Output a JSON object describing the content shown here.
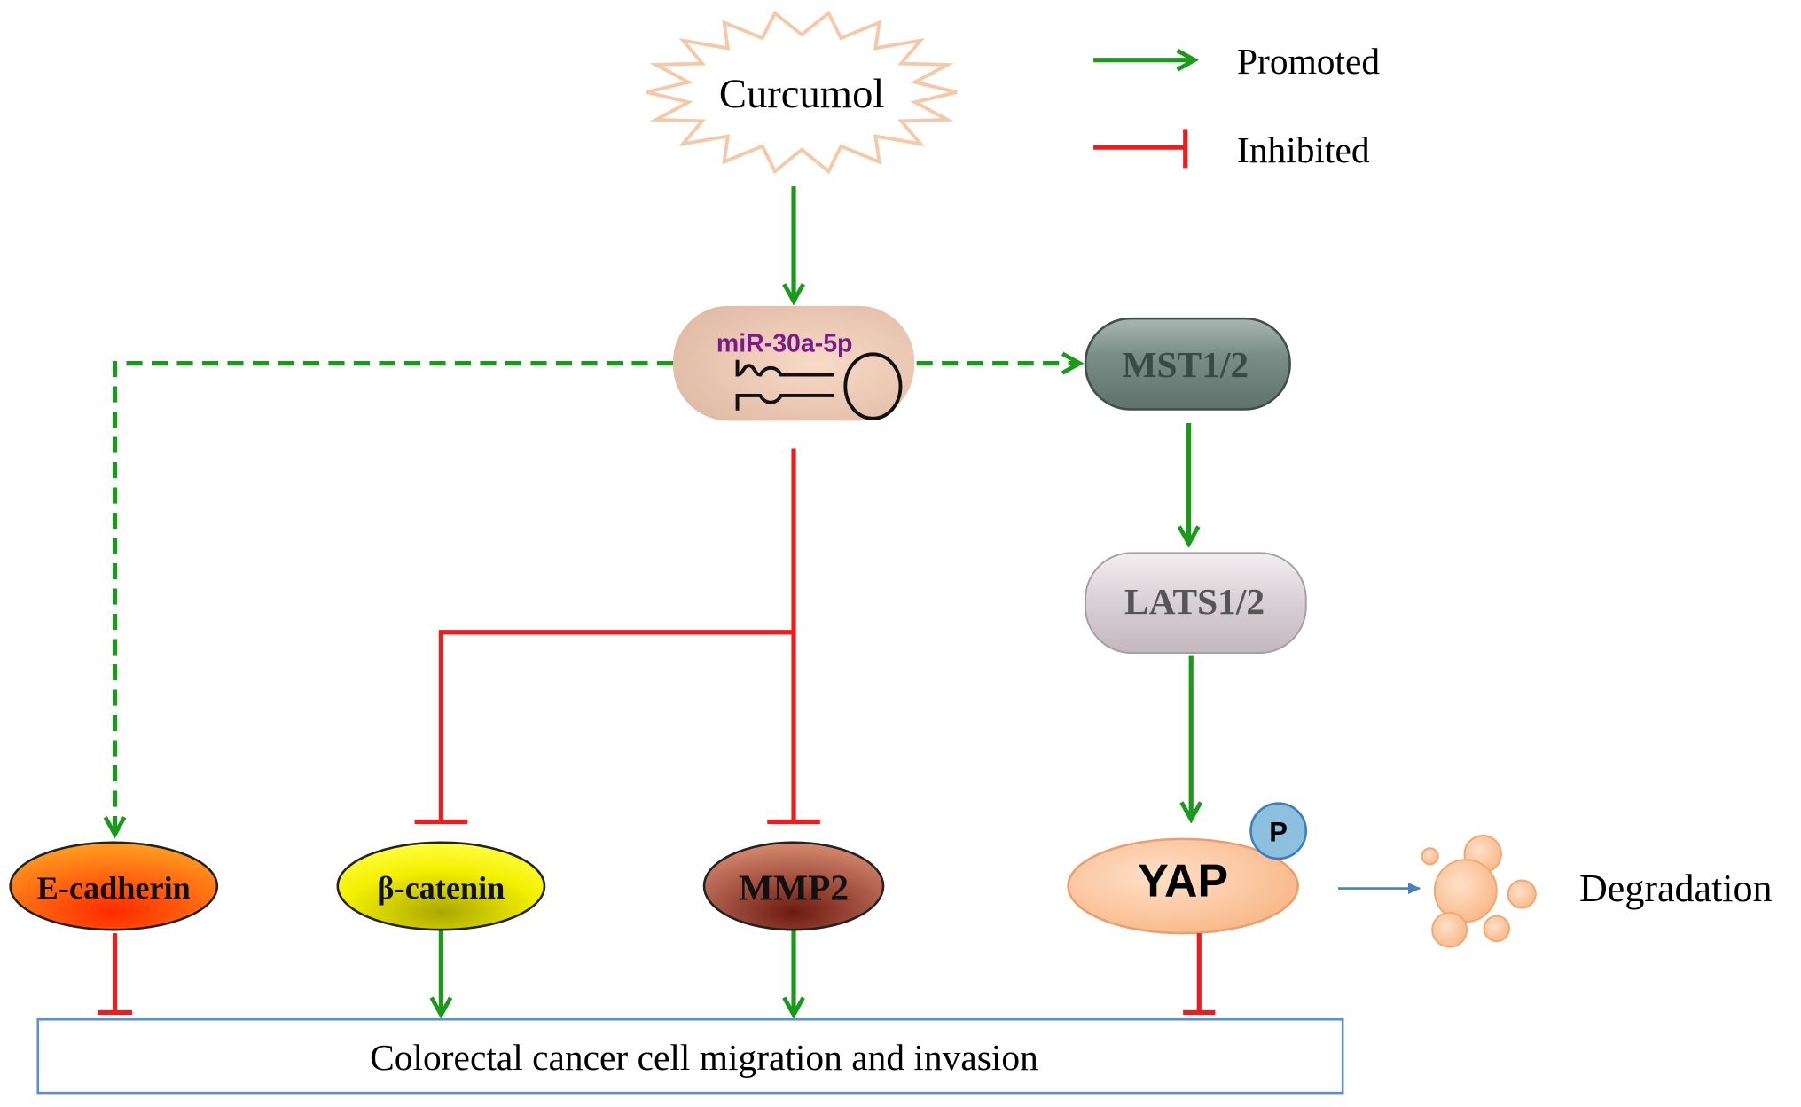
{
  "legend": {
    "promoted": "Promoted",
    "inhibited": "Inhibited"
  },
  "nodes": {
    "curcumol": "Curcumol",
    "mirna": "miR-30a-5p",
    "mst": "MST1/2",
    "lats": "LATS1/2",
    "yap": "YAP",
    "phospho": "P",
    "degradation": "Degradation",
    "ecadherin": "E-cadherin",
    "bcatenin": "β-catenin",
    "mmp2": "MMP2",
    "outcome": "Colorectal cancer cell migration and invasion"
  },
  "colors": {
    "promoted": "#1a9a1a",
    "inhibited": "#ee1c1c",
    "mirna_text": "#7b1a8a",
    "outcome_border": "#5b8fd0"
  }
}
